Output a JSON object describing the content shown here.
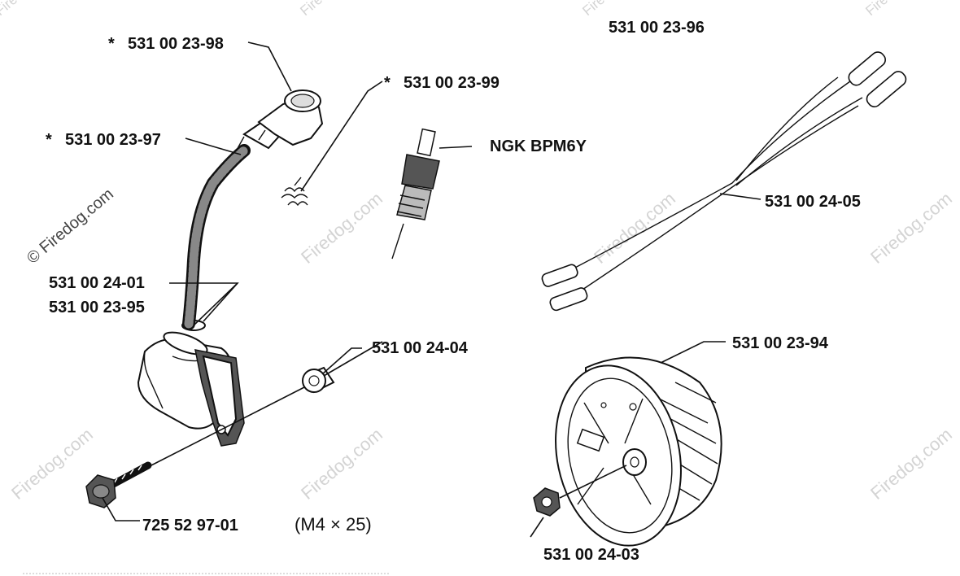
{
  "watermark": {
    "text": "Firedog.com",
    "copyright_text": "© Firedog.com"
  },
  "parts": {
    "boot": {
      "prefix": "*",
      "number": "531 00 23-98"
    },
    "boot_spring": {
      "prefix": "*",
      "number": "531 00 23-99"
    },
    "hv_lead": {
      "prefix": "*",
      "number": "531 00 23-97"
    },
    "hose": {
      "number": "531 00 24-01"
    },
    "ignition_module": {
      "number": "531 00 23-95"
    },
    "spacer": {
      "number": "531 00 24-04"
    },
    "screw": {
      "number": "725 52 97-01",
      "spec": "(M4 × 25)"
    },
    "spark_plug": {
      "number": "NGK BPM6Y"
    },
    "wire_harness_kit": {
      "number": "531 00 23-96"
    },
    "wire_harness": {
      "number": "531 00 24-05"
    },
    "flywheel": {
      "number": "531 00 23-94"
    },
    "nut": {
      "number": "531 00 24-03"
    }
  }
}
